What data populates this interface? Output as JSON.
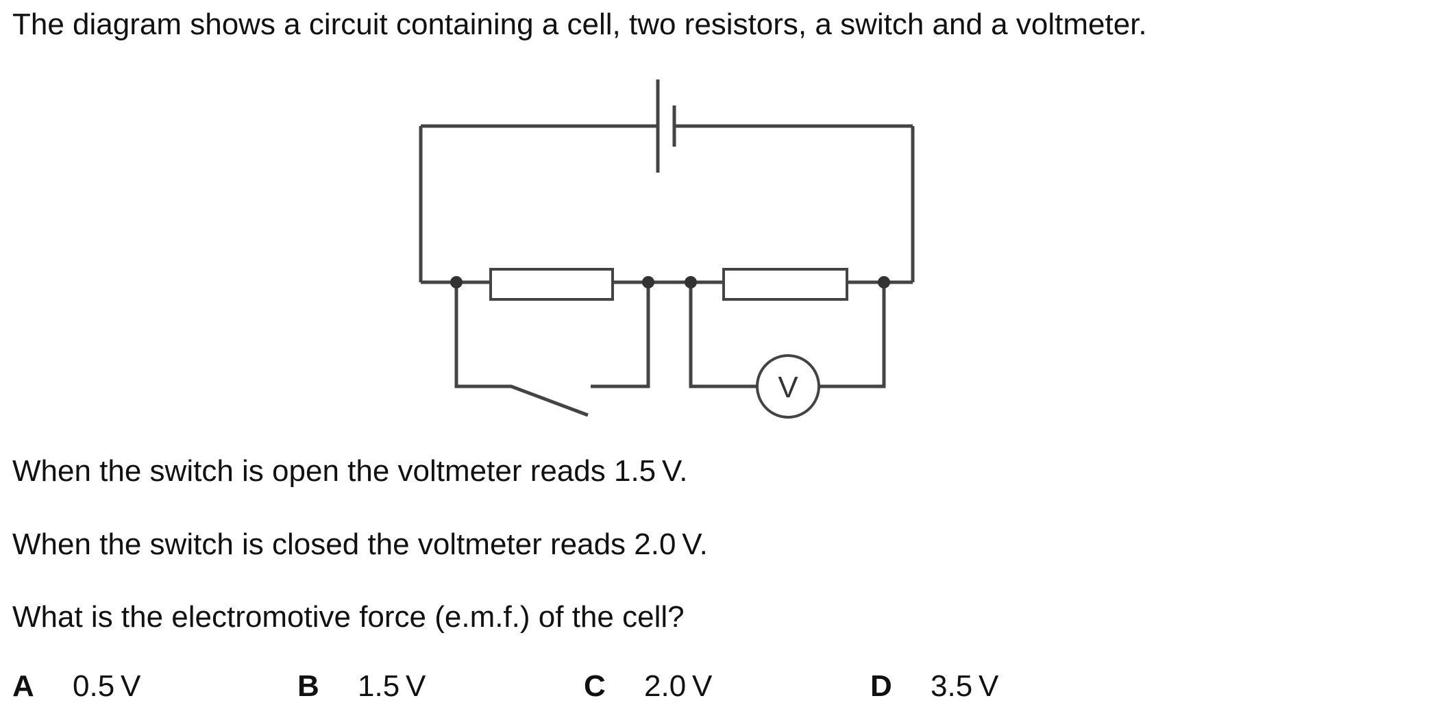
{
  "intro": "The diagram shows a circuit containing a cell, two resistors, a switch and a voltmeter.",
  "voltmeter_symbol": "V",
  "statements": [
    "When the switch is open the voltmeter reads 1.5 V.",
    "When the switch is closed the voltmeter reads 2.0 V."
  ],
  "question": "What is the electromotive force (e.m.f.) of the cell?",
  "options": [
    {
      "letter": "A",
      "value": "0.5 V"
    },
    {
      "letter": "B",
      "value": "1.5 V"
    },
    {
      "letter": "C",
      "value": "2.0 V"
    },
    {
      "letter": "D",
      "value": "3.5 V"
    }
  ]
}
